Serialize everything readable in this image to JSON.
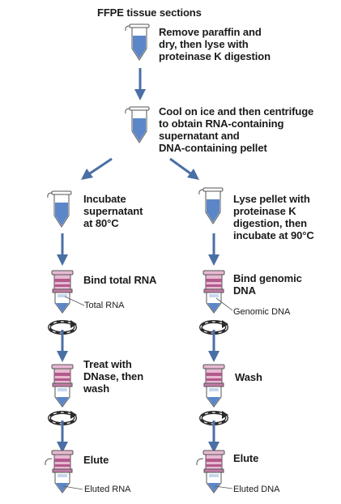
{
  "title": "FFPE tissue sections",
  "steps": {
    "step1": "Remove paraffin and\ndry, then lyse with\nproteinase K digestion",
    "step2": "Cool on ice and then centrifuge\nto obtain RNA-containing\nsupernatant and\nDNA-containing pellet"
  },
  "left": {
    "incubate": "Incubate\nsupernatant\nat 80°C",
    "bind": "Bind total RNA",
    "bind_note": "Total RNA",
    "treat": "Treat with\nDNase, then\nwash",
    "elute": "Elute",
    "elute_note": "Eluted RNA"
  },
  "right": {
    "lyse": "Lyse pellet with\nproteinase K\ndigestion, then\nincubate at 90°C",
    "bind": "Bind genomic\nDNA",
    "bind_note": "Genomic DNA",
    "wash": "Wash",
    "elute": "Elute",
    "elute_note": "Eluted DNA"
  },
  "colors": {
    "arrow": "#4a6fa5",
    "liquid": "#5b86c8",
    "column": "#b35a8c",
    "rotor": "#2b2b2b"
  },
  "icons": [
    "tube-icon",
    "spin-column-icon",
    "centrifuge-icon",
    "down-arrow-icon"
  ]
}
